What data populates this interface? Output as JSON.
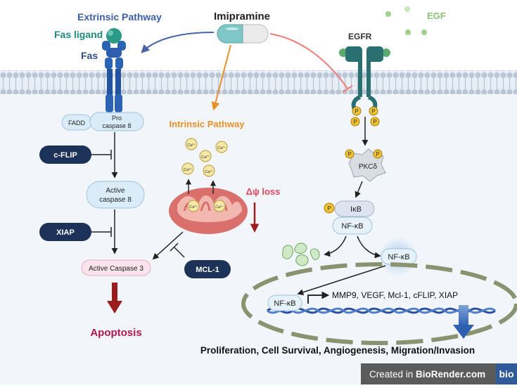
{
  "drug": {
    "name": "Imipramine"
  },
  "extrinsic": {
    "title": "Extrinsic Pathway",
    "fas_ligand": "Fas ligand",
    "fas": "Fas",
    "fadd": "FADD",
    "pro_caspase_line1": "Pro",
    "pro_caspase_line2": "caspase 8",
    "cflip": "c-FLIP",
    "active_caspase8_line1": "Active",
    "active_caspase8_line2": "caspase 8",
    "xiap": "XIAP",
    "active_caspase3": "Active Caspase 3",
    "apoptosis": "Apoptosis"
  },
  "intrinsic": {
    "title": "Intrinsic Pathway",
    "calcium": "Ca²⁺",
    "delta_psi": "Δψ loss",
    "mcl1": "MCL-1"
  },
  "egf_pathway": {
    "egf": "EGF",
    "egfr": "EGFR",
    "phospho": "P",
    "pkc": "PKCδ",
    "ikb": "IκB",
    "nfkb": "NF-κB",
    "targets": "MMP9, VEGF, Mcl-1, cFLIP, XIAP"
  },
  "outcome": "Proliferation, Cell Survival, Angiogenesis, Migration/Invasion",
  "attribution": {
    "prefix": "Created in ",
    "brand": "BioRender.com",
    "logo": "bio"
  },
  "colors": {
    "extrinsic_title": "#3b5fa8",
    "fas_ligand": "#1e8a80",
    "intrinsic_title": "#e8902a",
    "apoptosis": "#b0164f",
    "delta_psi": "#e6455a",
    "egf": "#8cc47a",
    "navy_box": "#1c3258"
  }
}
